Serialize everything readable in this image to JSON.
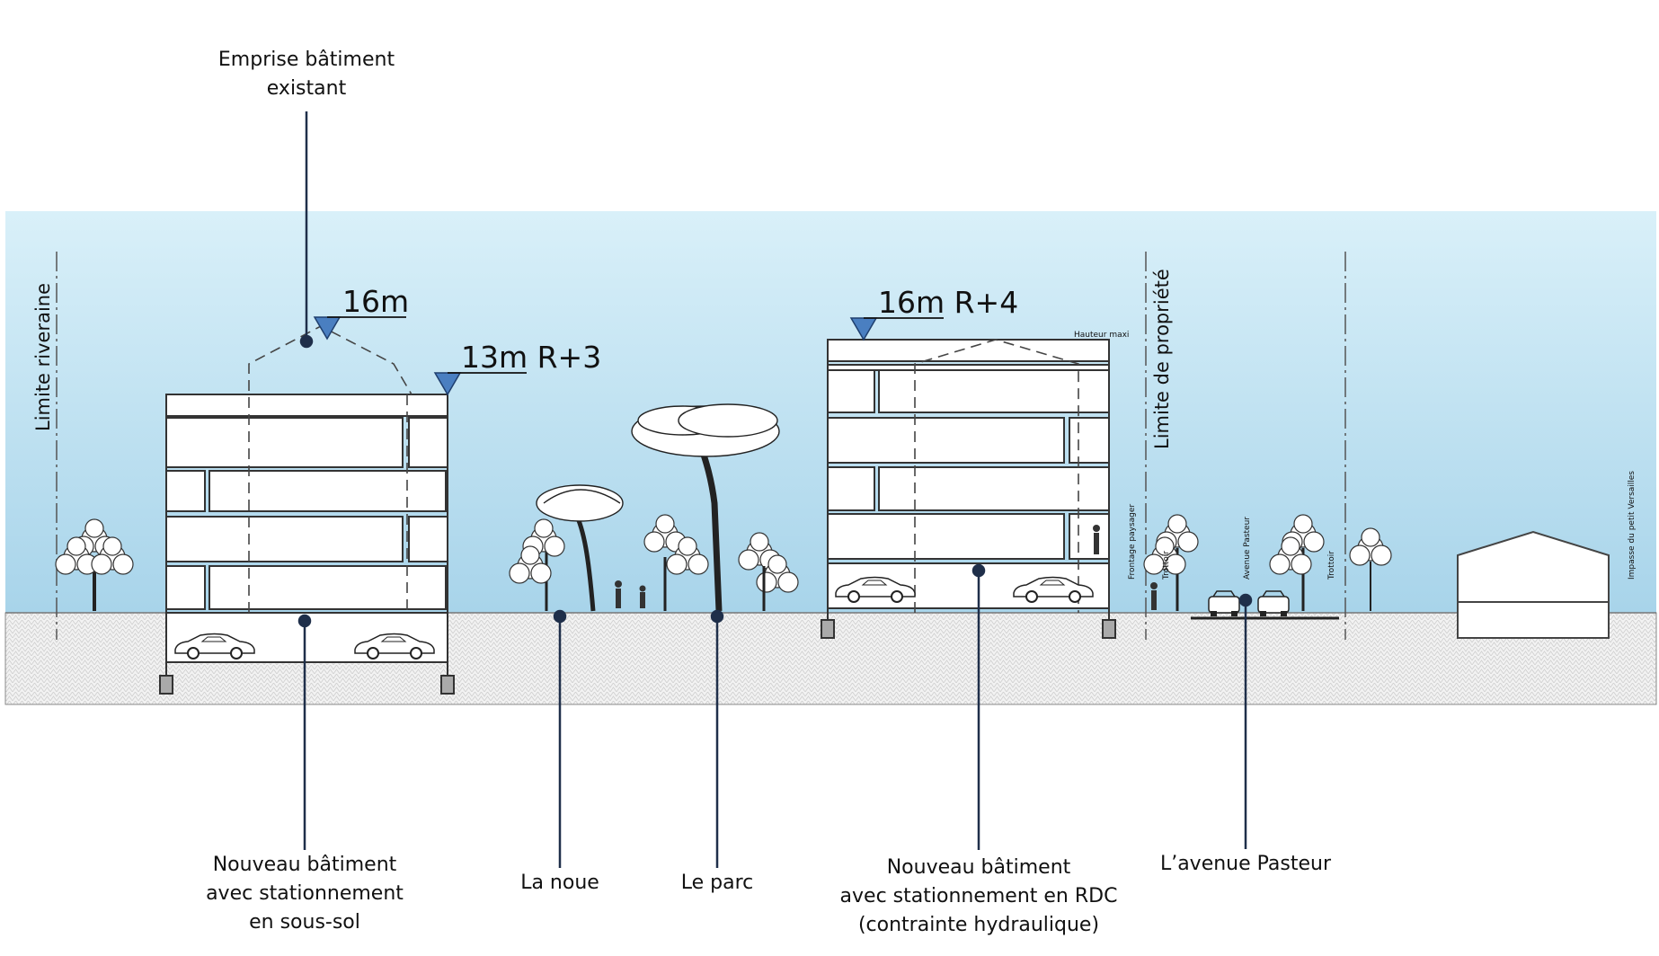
{
  "colors": {
    "sky_top": "#d9f0f9",
    "sky_bottom": "#a8d4ea",
    "ground": "#f0f0f0",
    "leader": "#1f2f4a",
    "marker": "#4a7fc1",
    "building_line": "#333333"
  },
  "labels": {
    "emprise": [
      "Emprise bâtiment",
      "existant"
    ],
    "nouveau1": [
      "Nouveau bâtiment",
      "avec stationnement",
      "en sous-sol"
    ],
    "noue": [
      "La noue"
    ],
    "parc": [
      "Le parc"
    ],
    "nouveau2": [
      "Nouveau bâtiment",
      "avec stationnement en RDC",
      "(contrainte hydraulique)"
    ],
    "avenue": [
      "L’avenue Pasteur"
    ]
  },
  "levels": {
    "left_top": "16m",
    "left_roof": "13m R+3",
    "right_top": "16m R+4",
    "hauteur_maxi": "Hauteur maxi"
  },
  "vertical": {
    "limite_riveraine": "Limite riveraine",
    "limite_propriete": "Limite de propriété",
    "frontage": "Frontage paysager",
    "trottoir1": "Trottoir",
    "avenue_pasteur": "Avenue Pasteur",
    "trottoir2": "Trottoir",
    "impasse": "Impasse du petit Versailles"
  }
}
